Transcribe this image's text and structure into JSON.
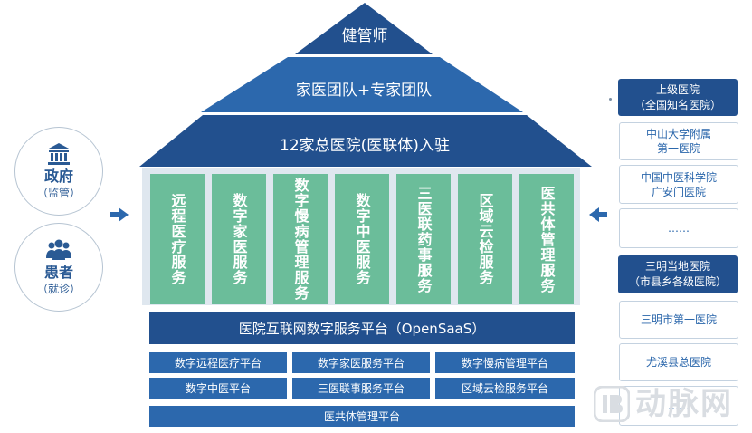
{
  "roof": {
    "top": "健管师",
    "middle": "家医团队+专家团队",
    "bottom": "12家总医院(医联体)入驻"
  },
  "pillars": [
    "远程医疗服务",
    "数字家医服务",
    "数字慢病管理服务",
    "数字中医服务",
    "三医联药事服务",
    "区域云检服务",
    "医共体管理服务"
  ],
  "platform": {
    "main": "医院互联网数字服务平台（OpenSaaS）",
    "row1": [
      "数字远程医疗平台",
      "数字家医服务平台",
      "数字慢病管理平台"
    ],
    "row2": [
      "数字中医平台",
      "三医联事服务平台",
      "区域云检服务平台"
    ],
    "base": "医共体管理平台"
  },
  "left": [
    {
      "title": "政府",
      "sub": "（监管）",
      "icon": "government-building-icon"
    },
    {
      "title": "患者",
      "sub": "（就诊）",
      "icon": "patients-group-icon"
    }
  ],
  "right": {
    "group1": {
      "header": [
        "上级医院",
        "（全国知名医院）"
      ],
      "items": [
        [
          "中山大学附属",
          "第一医院"
        ],
        [
          "中国中医科学院",
          "广安门医院"
        ],
        [
          "……"
        ]
      ]
    },
    "group2": {
      "header": [
        "三明当地医院",
        "（市县乡各级医院）"
      ],
      "items": [
        [
          "三明市第一医院"
        ],
        [
          "尤溪县总医院"
        ],
        [
          "……"
        ]
      ]
    }
  },
  "watermark": {
    "text": "动脉网"
  },
  "colors": {
    "navy": "#22508e",
    "blue": "#2c68ad",
    "green": "#6bbd9a",
    "light": "#dfe7ef"
  }
}
